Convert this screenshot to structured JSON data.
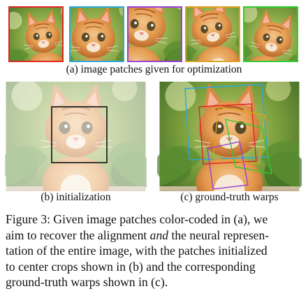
{
  "patches": [
    {
      "color": "#e02424"
    },
    {
      "color": "#29a8e0"
    },
    {
      "color": "#9b3fd6"
    },
    {
      "color": "#e0a020"
    },
    {
      "color": "#2ecc2e"
    }
  ],
  "captions": {
    "a": "(a) image patches given for optimization",
    "b": "(b) initialization",
    "c": "(c) ground-truth warps"
  },
  "figure_caption": {
    "line1": "Figure 3: Given image patches color-coded in (a), we",
    "line2_before": "aim to recover the alignment ",
    "line2_emph": "and",
    "line2_after": " the neural represen-",
    "line3": "tation of the entire image, with the patches initialized",
    "line4": "to center crops shown in (b) and the corresponding",
    "line5": "ground-truth warps shown in (c)."
  }
}
